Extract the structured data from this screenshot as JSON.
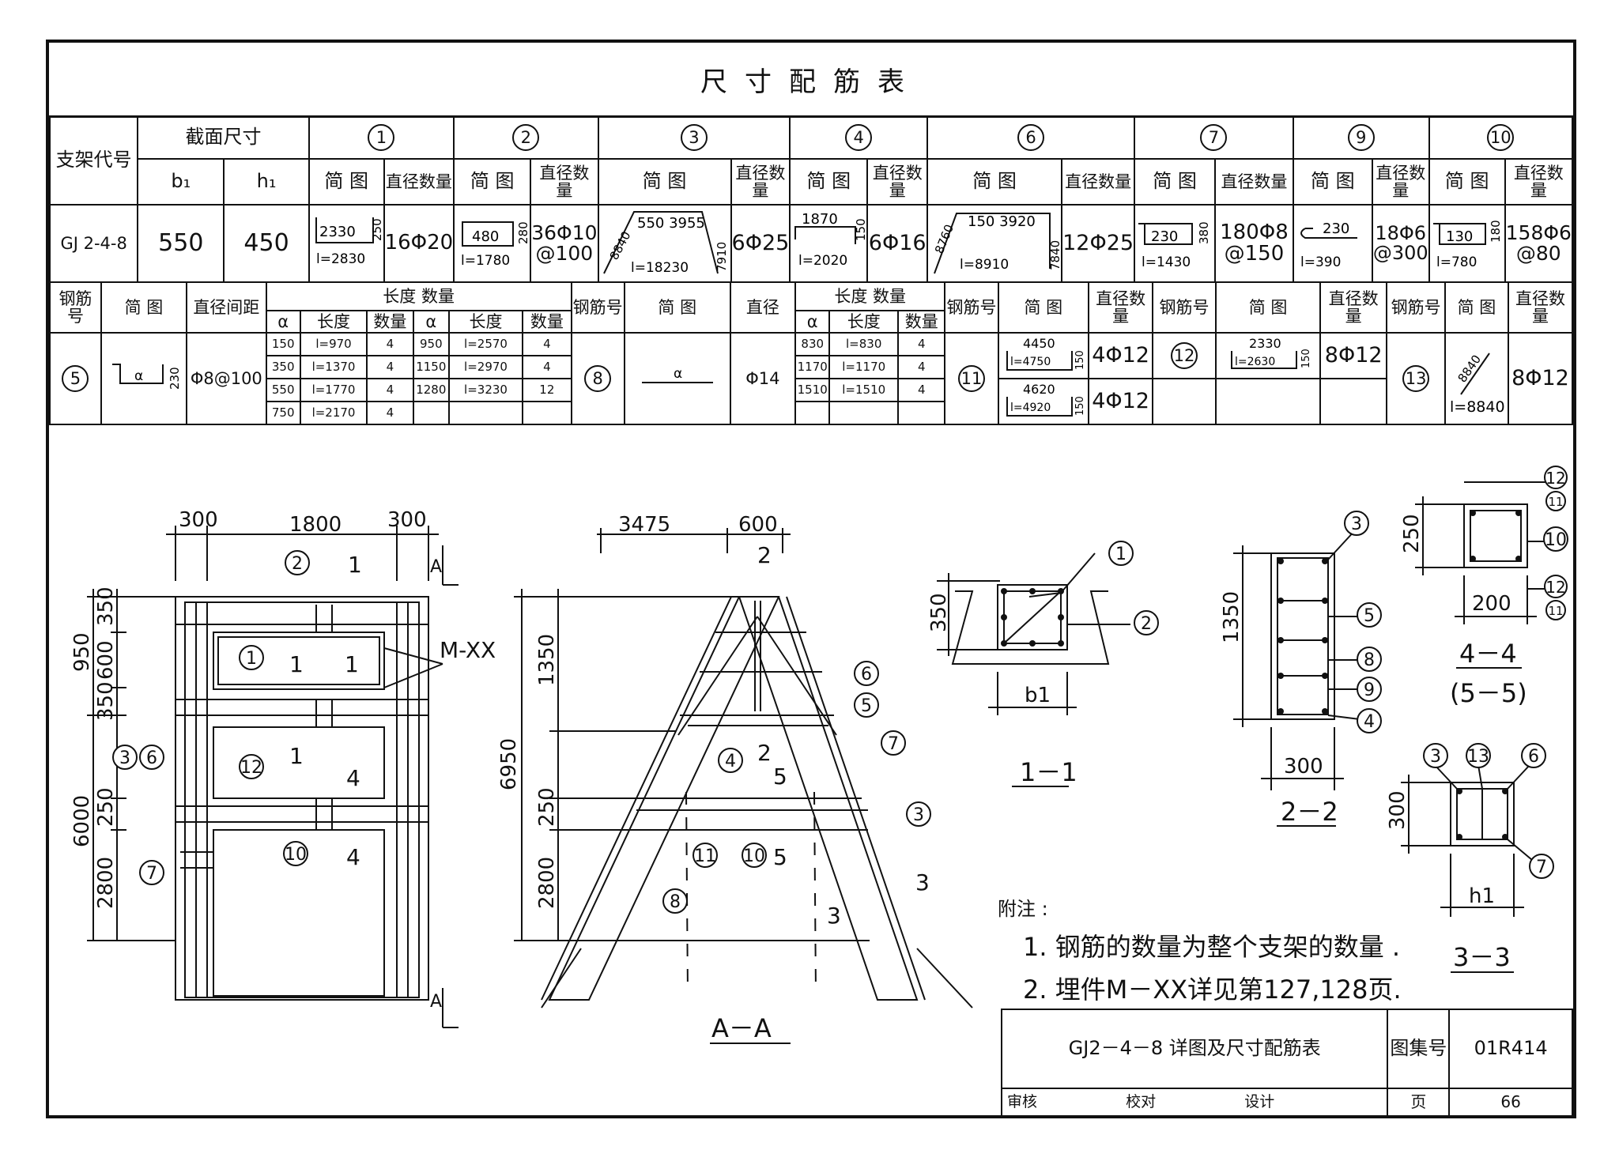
{
  "title": "尺寸配筋表",
  "table1": {
    "header": {
      "code": "支架代号",
      "section": "截面尺寸",
      "b1": "b₁",
      "h1": "h₁",
      "sketch": "简 图",
      "dia_qty": "直径数量",
      "bar_ids": [
        "1",
        "2",
        "3",
        "4",
        "6",
        "7",
        "9",
        "10"
      ]
    },
    "row": {
      "code": "GJ 2-4-8",
      "b1": "550",
      "h1": "450",
      "bars": [
        {
          "dims": "2330",
          "side": "250",
          "l": "l=2830",
          "qty": "16Φ20"
        },
        {
          "dims": "480",
          "side": "280",
          "l": "l=1780",
          "qty": "36Φ10 @100"
        },
        {
          "dims": "550 3955",
          "side": "7910",
          "left": "8840",
          "l": "l=18230",
          "qty": "6Φ25"
        },
        {
          "dims": "1870",
          "side": "150",
          "l": "l=2020",
          "qty": "6Φ16"
        },
        {
          "dims": "150 3920",
          "side": "7840",
          "left": "8760",
          "l": "l=8910",
          "qty": "12Φ25"
        },
        {
          "dims": "230",
          "side": "380",
          "l": "l=1430",
          "qty": "180Φ8 @150"
        },
        {
          "dims": "230",
          "side": "",
          "l": "l=390",
          "qty": "18Φ6 @300"
        },
        {
          "dims": "130",
          "side": "180",
          "l": "l=780",
          "qty": "158Φ6 @80"
        }
      ]
    }
  },
  "table2": {
    "h_bar_no": "钢筋号",
    "h_sketch": "简 图",
    "h_dia_spacing": "直径间距",
    "h_len_qty": "长度 数量",
    "h_a": "α",
    "h_len": "长度",
    "h_qty": "数量",
    "h_dia": "直径",
    "h_dia_qty": "直径数量",
    "b5": {
      "id": "5",
      "sketch_a": "α",
      "side": "230",
      "dia": "Φ8@100",
      "rows": [
        [
          "150",
          "l=970",
          "4",
          "950",
          "l=2570",
          "4"
        ],
        [
          "350",
          "l=1370",
          "4",
          "1150",
          "l=2970",
          "4"
        ],
        [
          "550",
          "l=1770",
          "4",
          "1280",
          "l=3230",
          "12"
        ],
        [
          "750",
          "l=2170",
          "4",
          "",
          "",
          ""
        ]
      ]
    },
    "b8": {
      "id": "8",
      "sketch_a": "α",
      "dia": "Φ14",
      "rows": [
        [
          "830",
          "l=830",
          "4"
        ],
        [
          "1170",
          "l=1170",
          "4"
        ],
        [
          "1510",
          "l=1510",
          "4"
        ],
        [
          "",
          "",
          ""
        ]
      ]
    },
    "b11": {
      "id": "11",
      "r1": {
        "dims": "4450",
        "l": "l=4750",
        "side": "150",
        "qty": "4Φ12"
      },
      "r2": {
        "dims": "4620",
        "l": "l=4920",
        "side": "150",
        "qty": "4Φ12"
      }
    },
    "b12": {
      "id": "12",
      "dims": "2330",
      "l": "l=2630",
      "side": "150",
      "qty": "8Φ12"
    },
    "b13": {
      "id": "13",
      "dims": "8840",
      "l": "l=8840",
      "qty": "8Φ12"
    }
  },
  "notes": {
    "head": "附注 :",
    "items": [
      "1. 钢筋的数量为整个支架的数量 .",
      "2. 埋件M－XX详见第127,128页."
    ]
  },
  "titleblock": {
    "name": "GJ2－4－8  详图及尺寸配筋表",
    "atlas_label": "图集号",
    "atlas": "01R414",
    "review": "审核",
    "check": "校对",
    "design": "设计",
    "page_label": "页",
    "page": "66"
  },
  "drawing": {
    "front": {
      "top_dims": [
        "300",
        "1800",
        "300"
      ],
      "left_dims": [
        "350",
        "600",
        "350",
        "250",
        "2800"
      ],
      "left_totals": [
        "950",
        "6000"
      ],
      "labels": [
        "M-XX",
        "A",
        "A"
      ],
      "callouts": [
        "1",
        "2",
        "3",
        "6",
        "7",
        "10",
        "12"
      ],
      "marks": [
        "1",
        "1",
        "1",
        "1",
        "4",
        "4"
      ]
    },
    "aa": {
      "top_dims": [
        "3475",
        "600"
      ],
      "left_dims": [
        "1350",
        "250",
        "2800"
      ],
      "left_total": "6950",
      "callouts": [
        "3",
        "4",
        "5",
        "6",
        "7",
        "8",
        "10",
        "11"
      ],
      "marks": [
        "2",
        "2",
        "5",
        "5",
        "3",
        "3"
      ],
      "caption": "A－A"
    },
    "s11": {
      "dims": [
        "350",
        "b1"
      ],
      "callouts": [
        "1",
        "2"
      ],
      "caption": "1－1"
    },
    "s22": {
      "dims": [
        "1350",
        "300"
      ],
      "callouts": [
        "3",
        "4",
        "5",
        "8",
        "9"
      ],
      "caption": "2－2"
    },
    "s44": {
      "dims": [
        "250",
        "200"
      ],
      "callouts": [
        "12",
        "11",
        "10",
        "12",
        "11"
      ],
      "caption": "4－4",
      "caption2": "(5－5)"
    },
    "s33": {
      "dims": [
        "300",
        "h1"
      ],
      "callouts": [
        "3",
        "13",
        "6",
        "7"
      ],
      "caption": "3－3"
    }
  }
}
